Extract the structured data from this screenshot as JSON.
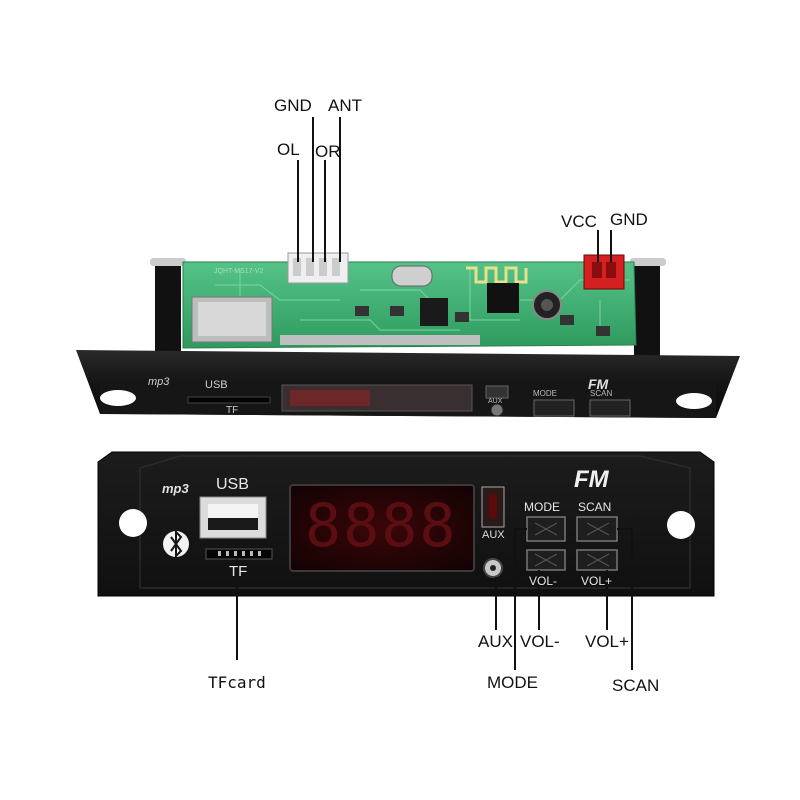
{
  "top_labels": {
    "gnd": "GND",
    "ant": "ANT",
    "ol": "OL",
    "or": "OR",
    "vcc": "VCC",
    "gnd2": "GND"
  },
  "pcb": {
    "silk_text": "JQHT-MS17-V2"
  },
  "side_panel": {
    "mp3": "mp3",
    "usb": "USB",
    "tf": "TF",
    "aux": "AUX",
    "mode": "MODE",
    "scan": "SCAN",
    "fm": "FM"
  },
  "front_panel": {
    "mp3": "mp3",
    "usb": "USB",
    "tf": "TF",
    "display": "8888",
    "aux": "AUX",
    "mode": "MODE",
    "scan": "SCAN",
    "vol_minus": "VOL-",
    "vol_plus": "VOL+",
    "fm": "FM"
  },
  "bottom_labels": {
    "tfcard": "TFcard",
    "aux": "AUX",
    "vol_minus": "VOL-",
    "vol_plus": "VOL+",
    "mode": "MODE",
    "scan": "SCAN"
  },
  "colors": {
    "pcb_green": "#3fae6f",
    "panel_black": "#151515",
    "display_red": "#c01818",
    "connector_red": "#d42020"
  }
}
